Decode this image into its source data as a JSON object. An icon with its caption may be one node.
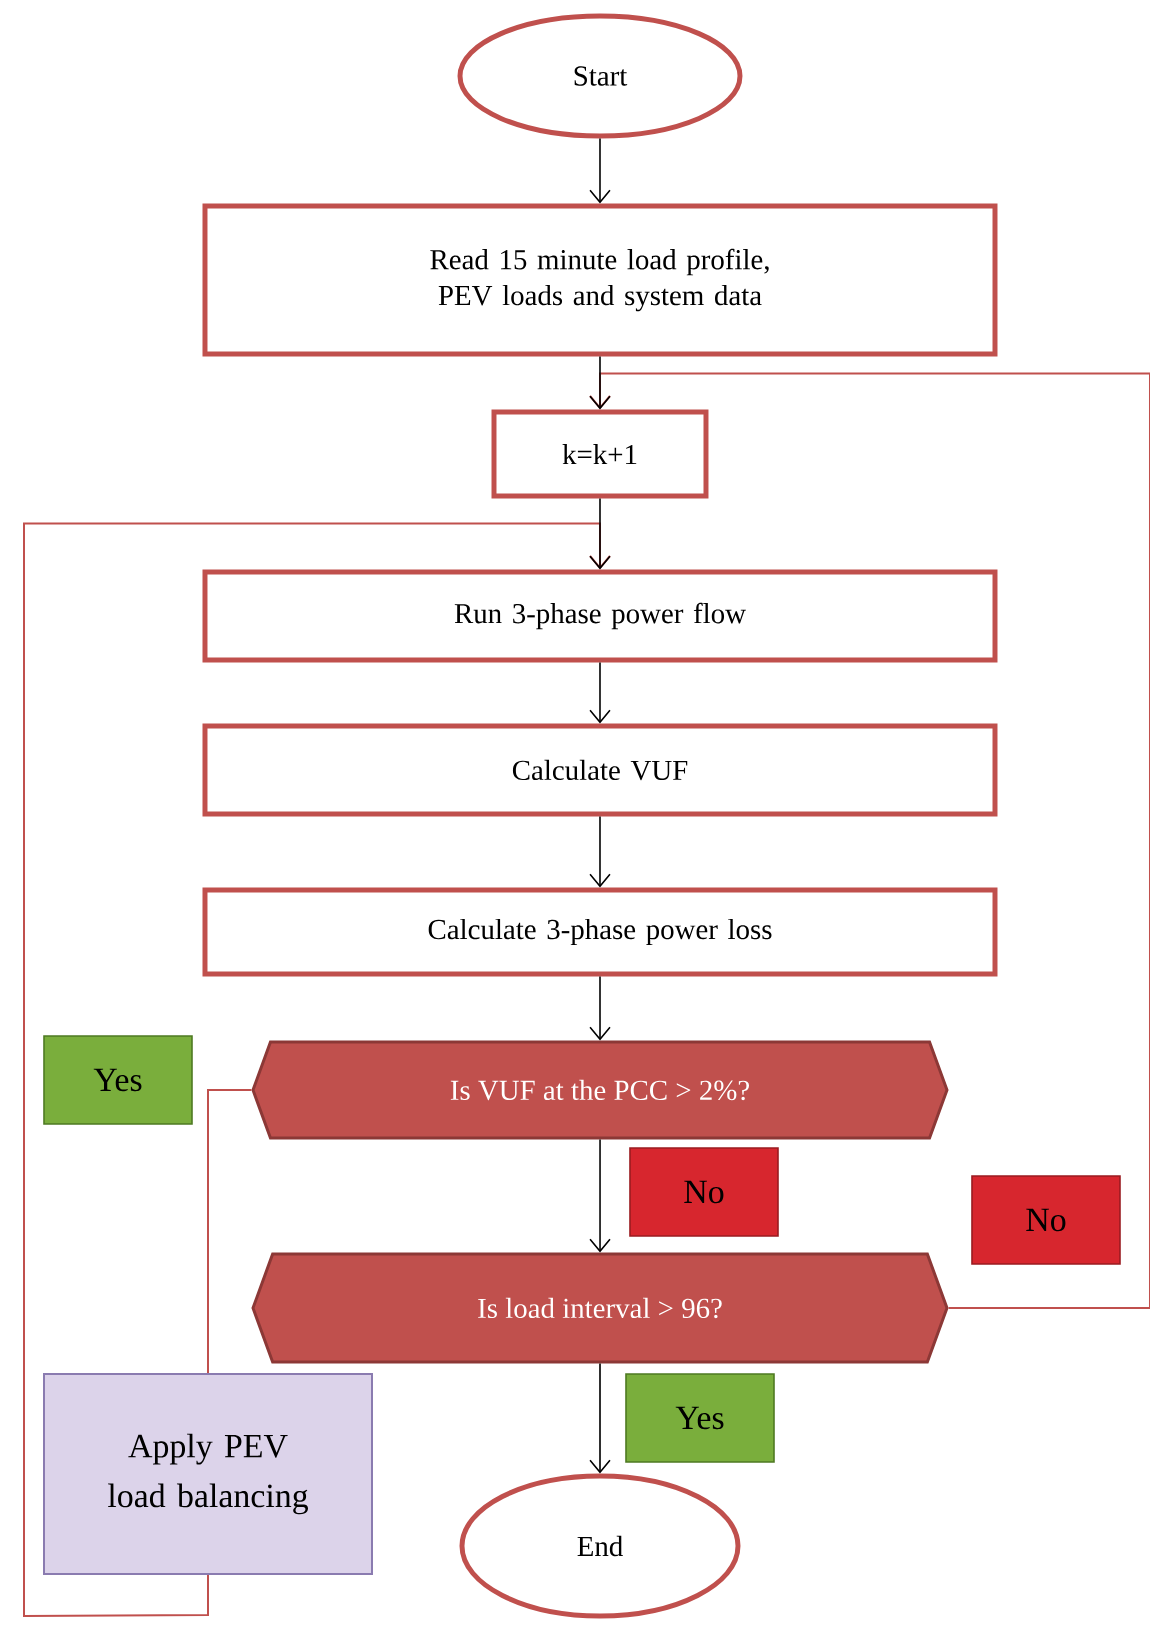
{
  "diagram": {
    "nodes": [
      {
        "text": [
          "Start"
        ]
      },
      {
        "text": [
          "Read 15 minute load profile, PEV loads and system data"
        ]
      },
      {
        "text": [
          "k=k+1"
        ]
      },
      {
        "text": [
          "Run 3-phase power flow"
        ]
      },
      {
        "text": [
          "Calculate VUF"
        ]
      },
      {
        "text": [
          "Calculate 3-phase power loss"
        ]
      },
      {
        "text": [
          "Is VUF at the PCC > 2%?"
        ]
      },
      {
        "text": [
          "Is load interval > 96?"
        ]
      },
      {
        "text": [
          "End"
        ]
      },
      {
        "text": [
          "Apply PEV load balancing"
        ]
      }
    ],
    "edges": [
      {
        "from": 0,
        "to": 1,
        "arrow": "to"
      },
      {
        "from": 1,
        "to": 2,
        "arrow": "to"
      },
      {
        "from": 2,
        "to": 3,
        "arrow": "to"
      },
      {
        "from": 3,
        "to": 4,
        "arrow": "to"
      },
      {
        "from": 4,
        "to": 5,
        "arrow": "to"
      },
      {
        "from": 5,
        "to": 6,
        "arrow": "to"
      },
      {
        "from": 6,
        "to": 7,
        "arrow": "to",
        "label": "No"
      },
      {
        "from": 7,
        "to": 8,
        "arrow": "to",
        "label": "Yes"
      },
      {
        "from": 6,
        "to": 9,
        "arrow": "none",
        "label": "Yes",
        "color": "#c0504d"
      },
      {
        "from": 9,
        "to": 3,
        "arrow": "to",
        "color": "#c0504d"
      },
      {
        "from": 7,
        "to": 2,
        "arrow": "to",
        "label": "No",
        "color": "#c0504d"
      }
    ]
  }
}
